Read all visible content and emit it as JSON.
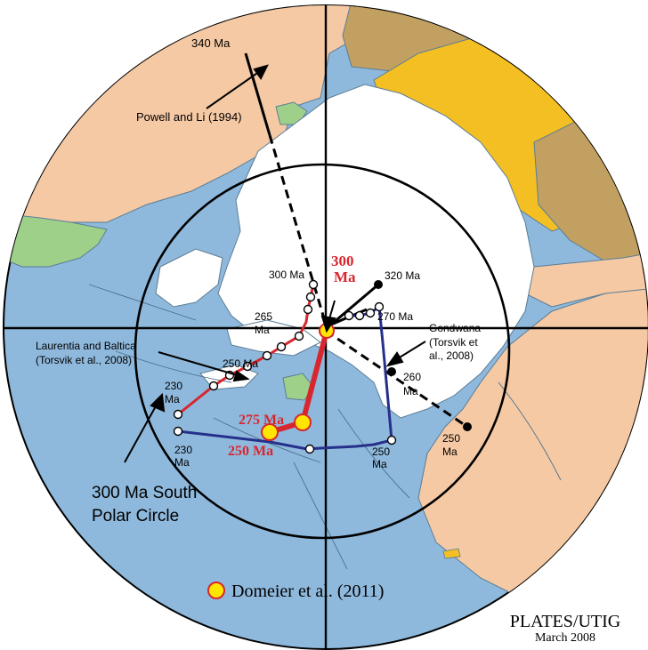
{
  "colors": {
    "ocean": "#8fb9dc",
    "land_laurentia": "#f5c9a4",
    "land_gondwana_ice": "#ffffff",
    "land_yellow": "#f4bf22",
    "land_brown": "#c2a061",
    "land_green": "#9ed08a",
    "red_path": "#d8262f",
    "blue_path": "#26308a",
    "domeier_fill": "#ffe600",
    "domeier_stroke": "#d8262f"
  },
  "labels": {
    "powell_340": "340 Ma",
    "powell_ref": "Powell and Li (1994)",
    "ma_300_path": "300 Ma",
    "ma_300_red_a": "300",
    "ma_300_red_b": "Ma",
    "ma_320": "320 Ma",
    "ma_270": "270 Ma",
    "gondwana_1": "Gondwana",
    "gondwana_2": "(Torsvik et",
    "gondwana_3": "al., 2008)",
    "ma_265_a": "265",
    "ma_265_b": "Ma",
    "laurentia_1": "Laurentia and Baltica",
    "laurentia_2": "(Torsvik et al., 2008)",
    "ma_250_left": "250 Ma",
    "ma_230_top_a": "230",
    "ma_230_top_b": "Ma",
    "ma_260_a": "260",
    "ma_260_b": "Ma",
    "ma_275_red": "275 Ma",
    "ma_250_blue": "250 Ma",
    "ma_250_right_a": "250",
    "ma_250_right_b": "Ma",
    "ma_250_far_a": "250",
    "ma_250_far_b": "Ma",
    "ma_230_bot_a": "230",
    "ma_230_bot_b": "Ma",
    "polar_1": "300 Ma South",
    "polar_2": "Polar Circle",
    "legend_domeier": "Domeier et al. (2011)",
    "credit_1": "PLATES/UTIG",
    "credit_2": "March 2008"
  }
}
